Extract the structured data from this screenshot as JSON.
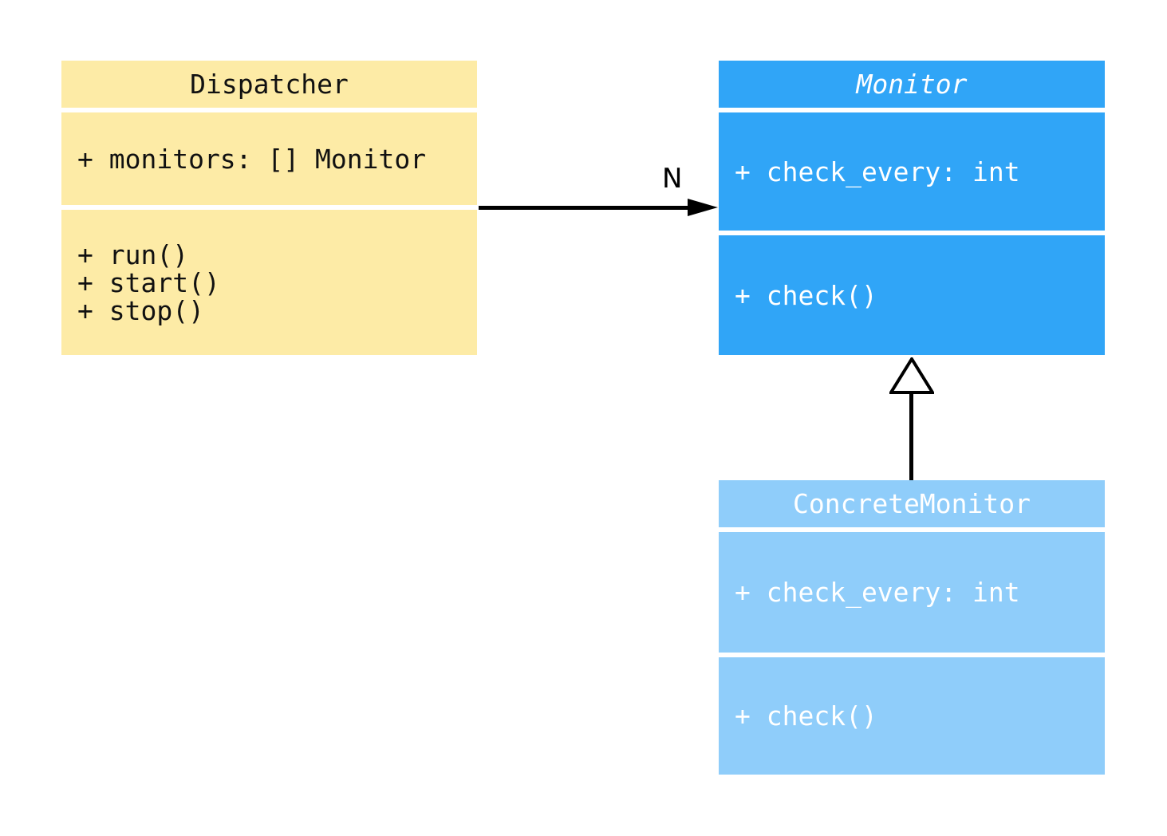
{
  "diagram": {
    "type": "uml-class-diagram",
    "background_color": "#ffffff",
    "classes": [
      {
        "name": "Dispatcher",
        "abstract": false,
        "fill_color": "#FDEBA6",
        "text_color": "#111111",
        "attributes": [
          "+ monitors: [] Monitor"
        ],
        "methods": [
          "+ run()",
          "+ start()",
          "+ stop()"
        ]
      },
      {
        "name": "Monitor",
        "abstract": true,
        "fill_color": "#30A5F7",
        "text_color": "#ffffff",
        "attributes": [
          "+ check_every: int"
        ],
        "methods": [
          "+ check()"
        ]
      },
      {
        "name": "ConcreteMonitor",
        "abstract": false,
        "fill_color": "#8FCDFA",
        "text_color": "#ffffff",
        "attributes": [
          "+ check_every: int"
        ],
        "methods": [
          "+ check()"
        ]
      }
    ],
    "relations": [
      {
        "type": "association",
        "from": "Dispatcher",
        "to": "Monitor",
        "label": "N",
        "line_color": "#000000",
        "arrowhead": "filled"
      },
      {
        "type": "inheritance",
        "from": "ConcreteMonitor",
        "to": "Monitor",
        "label": "",
        "line_color": "#000000",
        "arrowhead": "hollow-triangle"
      }
    ]
  }
}
